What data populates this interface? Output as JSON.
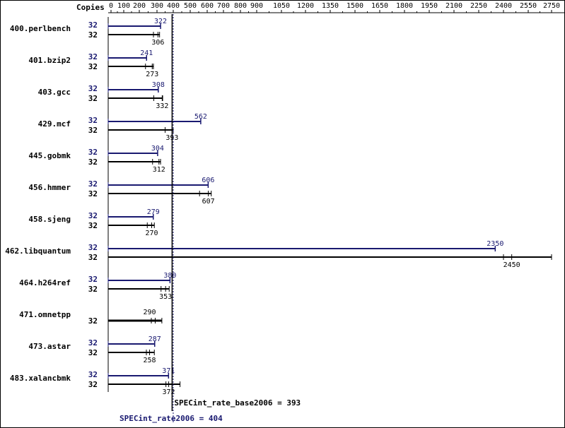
{
  "chart_data": {
    "type": "bar",
    "orientation": "horizontal",
    "x_axis_title": "Copies",
    "xlim": [
      0,
      2750
    ],
    "x_ticks": [
      0,
      100,
      200,
      300,
      400,
      500,
      600,
      700,
      800,
      900,
      1050,
      1200,
      1350,
      1500,
      1650,
      1800,
      1950,
      2100,
      2250,
      2400,
      2550,
      2750
    ],
    "categories": [
      "400.perlbench",
      "401.bzip2",
      "403.gcc",
      "429.mcf",
      "445.gobmk",
      "456.hmmer",
      "458.sjeng",
      "462.libquantum",
      "464.h264ref",
      "471.omnetpp",
      "473.astar",
      "483.xalancbmk"
    ],
    "series": [
      {
        "name": "SPECint_rate2006",
        "copies": [
          32,
          32,
          32,
          32,
          32,
          32,
          32,
          32,
          32,
          null,
          32,
          32
        ],
        "values": [
          322,
          241,
          308,
          562,
          304,
          606,
          279,
          2350,
          380,
          null,
          287,
          371
        ],
        "runs_low": [
          322,
          241,
          308,
          562,
          304,
          606,
          279,
          2350,
          380,
          null,
          287,
          371
        ],
        "runs_high": [
          322,
          241,
          308,
          562,
          304,
          606,
          279,
          2350,
          380,
          null,
          287,
          371
        ]
      },
      {
        "name": "SPECint_rate_base2006",
        "copies": [
          32,
          32,
          32,
          32,
          32,
          32,
          32,
          32,
          32,
          32,
          32,
          32
        ],
        "values": [
          306,
          273,
          332,
          393,
          312,
          607,
          270,
          2450,
          353,
          290,
          258,
          372
        ],
        "runs_low": [
          280,
          235,
          282,
          350,
          275,
          555,
          245,
          2400,
          325,
          268,
          240,
          355
        ],
        "runs_high": [
          316,
          280,
          335,
          400,
          322,
          625,
          285,
          2750,
          375,
          330,
          285,
          440
        ]
      }
    ],
    "reference_lines": [
      {
        "label": "SPECint_rate_base2006 = 393",
        "value": 393,
        "color": "#000000"
      },
      {
        "label": "SPECint_rate2006 = 404",
        "value": 404,
        "color": "#191970"
      }
    ],
    "colors": {
      "peak": "#191970",
      "base": "#000000"
    }
  }
}
